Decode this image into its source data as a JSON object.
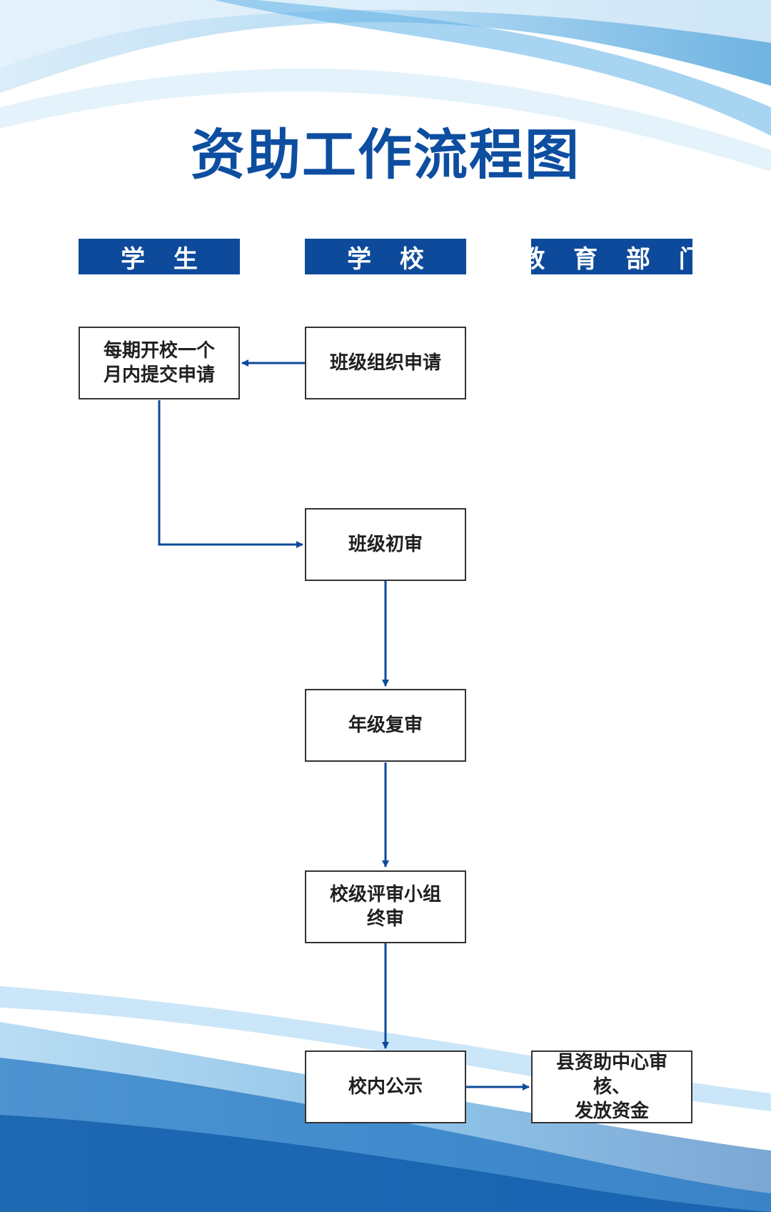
{
  "title": "资助工作流程图",
  "lanes": {
    "student": "学 生",
    "school": "学 校",
    "education_dept": "教 育 部 门"
  },
  "steps": {
    "class_organize": "班级组织申请",
    "student_submit": "每期开校一个\n月内提交申请",
    "class_review": "班级初审",
    "grade_review": "年级复审",
    "school_final": "校级评审小组\n终审",
    "school_publicity": "校内公示",
    "county_disburse": "县资助中心审核、\n发放资金"
  },
  "colors": {
    "accent": "#0d4a9b",
    "arrow": "#0d4a9b",
    "box_border": "#333333"
  }
}
